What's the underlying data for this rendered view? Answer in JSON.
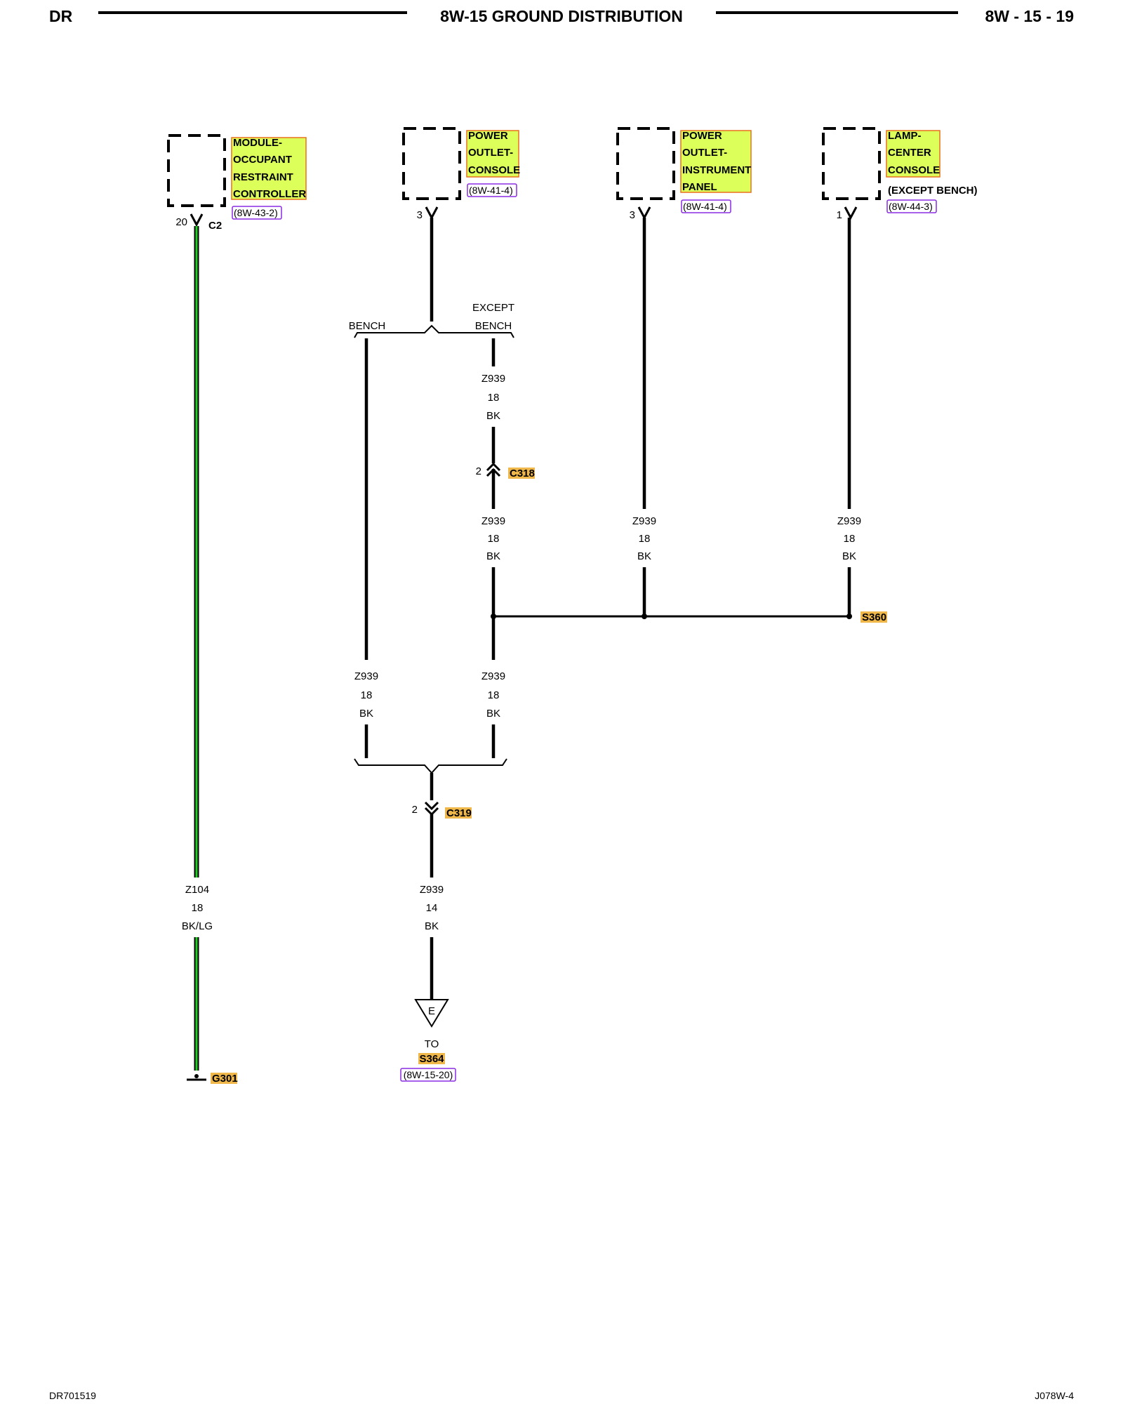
{
  "header": {
    "left": "DR",
    "title": "8W-15 GROUND DISTRIBUTION",
    "right": "8W - 15 - 19"
  },
  "footer": {
    "left": "DR701519",
    "right": "J078W-4"
  },
  "components": [
    {
      "lines": [
        "MODULE-",
        "OCCUPANT",
        "RESTRAINT",
        "CONTROLLER"
      ],
      "ref": "(8W-43-2)",
      "pin": "20",
      "connector": "C2"
    },
    {
      "lines": [
        "POWER",
        "OUTLET-",
        "CONSOLE"
      ],
      "ref": "(8W-41-4)",
      "pin": "3"
    },
    {
      "lines": [
        "POWER",
        "OUTLET-",
        "INSTRUMENT",
        "PANEL"
      ],
      "ref": "(8W-41-4)",
      "pin": "3"
    },
    {
      "lines": [
        "LAMP-",
        "CENTER",
        "CONSOLE"
      ],
      "note": "(EXCEPT BENCH)",
      "ref": "(8W-44-3)",
      "pin": "1"
    }
  ],
  "options": {
    "bench": "BENCH",
    "except_bench": [
      "EXCEPT",
      "BENCH"
    ]
  },
  "wires": {
    "z939_18_bk": [
      "Z939",
      "18",
      "BK"
    ],
    "z939_14_bk": [
      "Z939",
      "14",
      "BK"
    ],
    "z104": [
      "Z104",
      "18",
      "BK/LG"
    ]
  },
  "connectors": {
    "c318": {
      "name": "C318",
      "pin": "2"
    },
    "c319": {
      "name": "C319",
      "pin": "2"
    }
  },
  "splices": {
    "s360": "S360"
  },
  "grounds": {
    "g301": "G301"
  },
  "offpage": {
    "symbol": "E",
    "to": "TO",
    "splice": "S364",
    "ref": "(8W-15-20)"
  },
  "colors": {
    "highlight_fill": "#dcff5a",
    "highlight_border": "#e8701e",
    "ref_border": "#8a2be2",
    "splice_fill": "#f0b84a",
    "wire_green": "#22cc22"
  }
}
